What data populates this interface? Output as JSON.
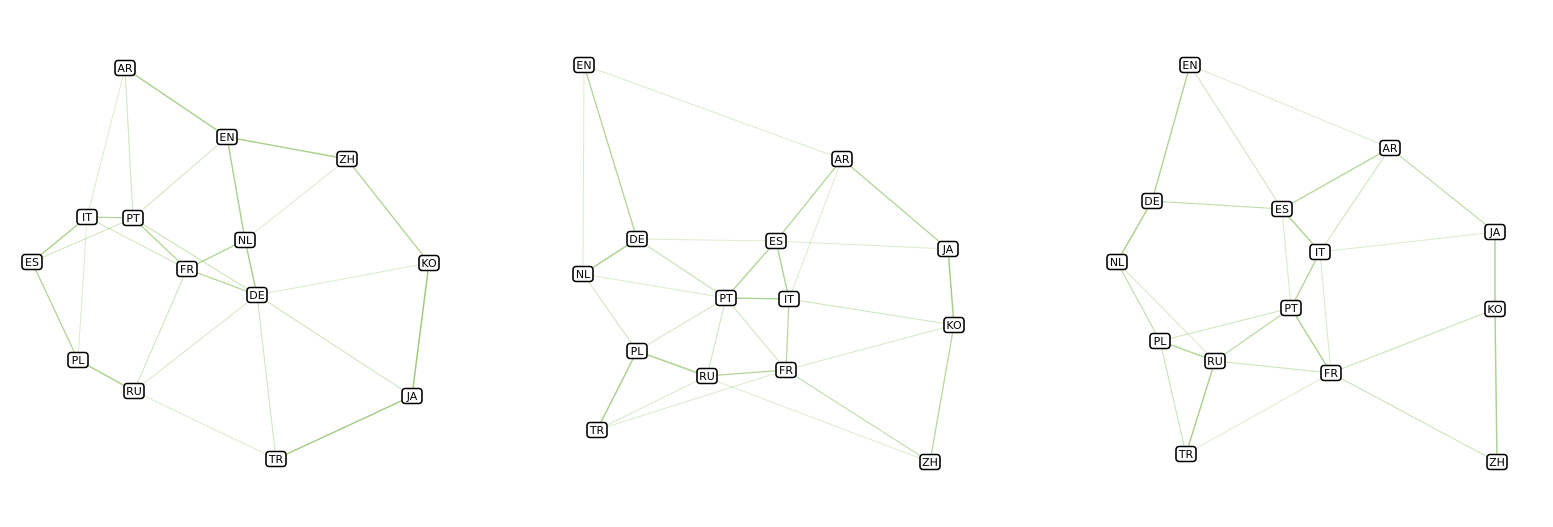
{
  "edge_color": "#8cc063",
  "panels": [
    {
      "name": "graph-panel-1",
      "nodes": [
        "AR",
        "EN",
        "ZH",
        "IT",
        "PT",
        "NL",
        "ES",
        "KO",
        "FR",
        "DE",
        "PL",
        "RU",
        "JA",
        "TR"
      ],
      "edges": [
        [
          "AR",
          "EN",
          0.7
        ],
        [
          "AR",
          "IT",
          0.2
        ],
        [
          "AR",
          "PT",
          0.3
        ],
        [
          "EN",
          "ZH",
          0.7
        ],
        [
          "EN",
          "NL",
          0.7
        ],
        [
          "EN",
          "PT",
          0.3
        ],
        [
          "ZH",
          "NL",
          0.2
        ],
        [
          "ZH",
          "KO",
          0.6
        ],
        [
          "IT",
          "PT",
          0.6
        ],
        [
          "IT",
          "ES",
          0.7
        ],
        [
          "IT",
          "PL",
          0.2
        ],
        [
          "IT",
          "FR",
          0.3
        ],
        [
          "PT",
          "ES",
          0.3
        ],
        [
          "PT",
          "FR",
          0.6
        ],
        [
          "PT",
          "DE",
          0.35
        ],
        [
          "NL",
          "FR",
          0.6
        ],
        [
          "NL",
          "DE",
          0.7
        ],
        [
          "ES",
          "PL",
          0.6
        ],
        [
          "FR",
          "DE",
          0.55
        ],
        [
          "FR",
          "RU",
          0.3
        ],
        [
          "DE",
          "KO",
          0.2
        ],
        [
          "DE",
          "RU",
          0.25
        ],
        [
          "DE",
          "JA",
          0.3
        ],
        [
          "DE",
          "TR",
          0.3
        ],
        [
          "KO",
          "JA",
          0.8
        ],
        [
          "PL",
          "RU",
          0.7
        ],
        [
          "RU",
          "TR",
          0.2
        ],
        [
          "TR",
          "JA",
          0.75
        ]
      ]
    },
    {
      "name": "graph-panel-2",
      "nodes": [
        "EN",
        "AR",
        "DE",
        "ES",
        "JA",
        "NL",
        "PT",
        "IT",
        "KO",
        "PL",
        "RU",
        "FR",
        "TR",
        "ZH"
      ],
      "edges": [
        [
          "EN",
          "AR",
          0.2
        ],
        [
          "EN",
          "DE",
          0.6
        ],
        [
          "EN",
          "NL",
          0.2
        ],
        [
          "AR",
          "ES",
          0.6
        ],
        [
          "AR",
          "IT",
          0.2
        ],
        [
          "AR",
          "JA",
          0.6
        ],
        [
          "DE",
          "NL",
          0.7
        ],
        [
          "DE",
          "ES",
          0.2
        ],
        [
          "DE",
          "PT",
          0.4
        ],
        [
          "ES",
          "JA",
          0.2
        ],
        [
          "ES",
          "PT",
          0.6
        ],
        [
          "ES",
          "IT",
          0.65
        ],
        [
          "NL",
          "PT",
          0.2
        ],
        [
          "NL",
          "PL",
          0.3
        ],
        [
          "PT",
          "IT",
          0.65
        ],
        [
          "PT",
          "PL",
          0.25
        ],
        [
          "PT",
          "RU",
          0.3
        ],
        [
          "PT",
          "FR",
          0.3
        ],
        [
          "IT",
          "FR",
          0.55
        ],
        [
          "IT",
          "KO",
          0.3
        ],
        [
          "JA",
          "KO",
          0.75
        ],
        [
          "KO",
          "FR",
          0.25
        ],
        [
          "KO",
          "ZH",
          0.55
        ],
        [
          "PL",
          "RU",
          0.6
        ],
        [
          "PL",
          "TR",
          0.7
        ],
        [
          "PL",
          "ZH",
          0.2
        ],
        [
          "RU",
          "FR",
          0.6
        ],
        [
          "RU",
          "TR",
          0.25
        ],
        [
          "FR",
          "TR",
          0.2
        ],
        [
          "FR",
          "ZH",
          0.45
        ]
      ]
    },
    {
      "name": "graph-panel-3",
      "nodes": [
        "EN",
        "AR",
        "DE",
        "ES",
        "JA",
        "NL",
        "IT",
        "KO",
        "PT",
        "PL",
        "RU",
        "FR",
        "TR",
        "ZH"
      ],
      "edges": [
        [
          "EN",
          "AR",
          0.2
        ],
        [
          "EN",
          "DE",
          0.65
        ],
        [
          "EN",
          "ES",
          0.3
        ],
        [
          "AR",
          "ES",
          0.55
        ],
        [
          "AR",
          "IT",
          0.35
        ],
        [
          "AR",
          "JA",
          0.45
        ],
        [
          "DE",
          "ES",
          0.45
        ],
        [
          "DE",
          "NL",
          0.7
        ],
        [
          "ES",
          "IT",
          0.65
        ],
        [
          "ES",
          "PT",
          0.25
        ],
        [
          "IT",
          "JA",
          0.2
        ],
        [
          "IT",
          "PT",
          0.6
        ],
        [
          "IT",
          "FR",
          0.25
        ],
        [
          "JA",
          "KO",
          0.7
        ],
        [
          "NL",
          "PL",
          0.45
        ],
        [
          "NL",
          "RU",
          0.25
        ],
        [
          "PT",
          "PL",
          0.3
        ],
        [
          "PT",
          "RU",
          0.5
        ],
        [
          "PT",
          "FR",
          0.65
        ],
        [
          "KO",
          "FR",
          0.35
        ],
        [
          "KO",
          "ZH",
          0.7
        ],
        [
          "PL",
          "RU",
          0.65
        ],
        [
          "PL",
          "TR",
          0.35
        ],
        [
          "RU",
          "FR",
          0.35
        ],
        [
          "RU",
          "TR",
          0.7
        ],
        [
          "FR",
          "TR",
          0.2
        ],
        [
          "FR",
          "ZH",
          0.35
        ]
      ]
    }
  ]
}
